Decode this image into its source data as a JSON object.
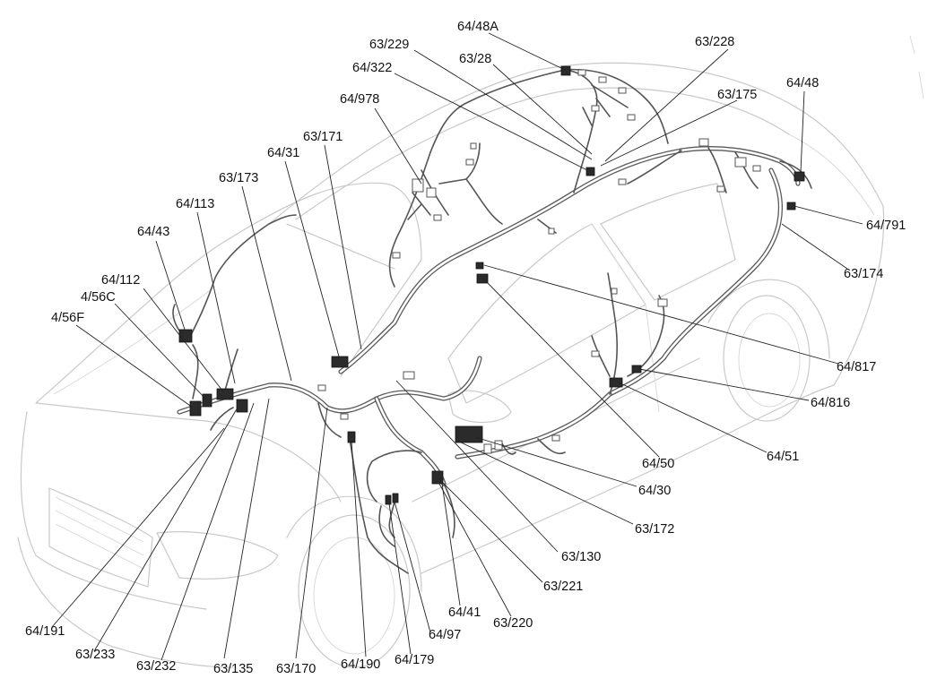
{
  "labels": [
    {
      "id": "l-64-48a",
      "text": "64/48A"
    },
    {
      "id": "l-63-229",
      "text": "63/229"
    },
    {
      "id": "l-63-28",
      "text": "63/28"
    },
    {
      "id": "l-63-228",
      "text": "63/228"
    },
    {
      "id": "l-64-322",
      "text": "64/322"
    },
    {
      "id": "l-63-175",
      "text": "63/175"
    },
    {
      "id": "l-64-48",
      "text": "64/48"
    },
    {
      "id": "l-64-978",
      "text": "64/978"
    },
    {
      "id": "l-63-171",
      "text": "63/171"
    },
    {
      "id": "l-64-31",
      "text": "64/31"
    },
    {
      "id": "l-63-173",
      "text": "63/173"
    },
    {
      "id": "l-64-113",
      "text": "64/113"
    },
    {
      "id": "l-64-43",
      "text": "64/43"
    },
    {
      "id": "l-64-112",
      "text": "64/112"
    },
    {
      "id": "l-4-56c",
      "text": "4/56C"
    },
    {
      "id": "l-4-56f",
      "text": "4/56F"
    },
    {
      "id": "l-64-791",
      "text": "64/791"
    },
    {
      "id": "l-63-174",
      "text": "63/174"
    },
    {
      "id": "l-64-817",
      "text": "64/817"
    },
    {
      "id": "l-64-816",
      "text": "64/816"
    },
    {
      "id": "l-64-51",
      "text": "64/51"
    },
    {
      "id": "l-64-50",
      "text": "64/50"
    },
    {
      "id": "l-64-30",
      "text": "64/30"
    },
    {
      "id": "l-63-172",
      "text": "63/172"
    },
    {
      "id": "l-63-130",
      "text": "63/130"
    },
    {
      "id": "l-63-221",
      "text": "63/221"
    },
    {
      "id": "l-63-220",
      "text": "63/220"
    },
    {
      "id": "l-64-41",
      "text": "64/41"
    },
    {
      "id": "l-64-97",
      "text": "64/97"
    },
    {
      "id": "l-64-179",
      "text": "64/179"
    },
    {
      "id": "l-64-190",
      "text": "64/190"
    },
    {
      "id": "l-63-170",
      "text": "63/170"
    },
    {
      "id": "l-63-135",
      "text": "63/135"
    },
    {
      "id": "l-63-232",
      "text": "63/232"
    },
    {
      "id": "l-63-233",
      "text": "63/233"
    },
    {
      "id": "l-64-191",
      "text": "64/191"
    }
  ]
}
